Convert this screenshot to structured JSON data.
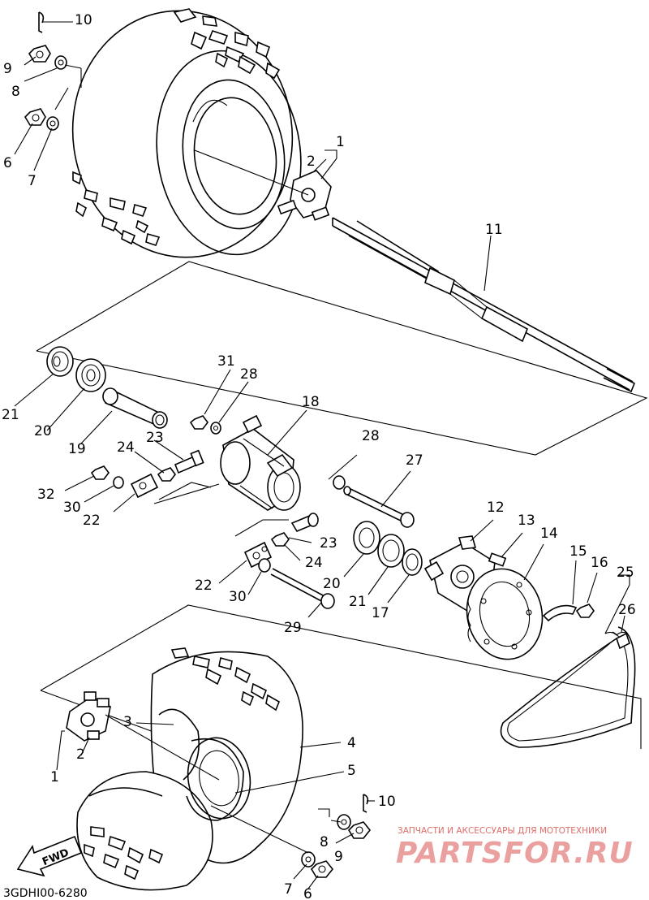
{
  "diagram_code": "3GDHI00-6280",
  "direction_label": "FWD",
  "watermark": {
    "tagline": "ЗАПЧАСТИ И АКСЕССУАРЫ ДЛЯ МОТОТЕХНИКИ",
    "brand": "PARTSFOR.RU",
    "color": "#d9534f"
  },
  "callouts": [
    {
      "id": "c10a",
      "label": "10"
    },
    {
      "id": "c9a",
      "label": "9"
    },
    {
      "id": "c8a",
      "label": "8"
    },
    {
      "id": "c6a",
      "label": "6"
    },
    {
      "id": "c7a",
      "label": "7"
    },
    {
      "id": "c1a",
      "label": "1"
    },
    {
      "id": "c2a",
      "label": "2"
    },
    {
      "id": "c11",
      "label": "11"
    },
    {
      "id": "c21a",
      "label": "21"
    },
    {
      "id": "c20a",
      "label": "20"
    },
    {
      "id": "c19",
      "label": "19"
    },
    {
      "id": "c31",
      "label": "31"
    },
    {
      "id": "c28a",
      "label": "28"
    },
    {
      "id": "c18",
      "label": "18"
    },
    {
      "id": "c23a",
      "label": "23"
    },
    {
      "id": "c24a",
      "label": "24"
    },
    {
      "id": "c32",
      "label": "32"
    },
    {
      "id": "c30a",
      "label": "30"
    },
    {
      "id": "c22a",
      "label": "22"
    },
    {
      "id": "c28b",
      "label": "28"
    },
    {
      "id": "c27",
      "label": "27"
    },
    {
      "id": "c12",
      "label": "12"
    },
    {
      "id": "c13",
      "label": "13"
    },
    {
      "id": "c14",
      "label": "14"
    },
    {
      "id": "c15",
      "label": "15"
    },
    {
      "id": "c16",
      "label": "16"
    },
    {
      "id": "c25",
      "label": "25"
    },
    {
      "id": "c26",
      "label": "26"
    },
    {
      "id": "c23b",
      "label": "23"
    },
    {
      "id": "c24b",
      "label": "24"
    },
    {
      "id": "c22b",
      "label": "22"
    },
    {
      "id": "c30b",
      "label": "30"
    },
    {
      "id": "c20b",
      "label": "20"
    },
    {
      "id": "c21b",
      "label": "21"
    },
    {
      "id": "c17",
      "label": "17"
    },
    {
      "id": "c29",
      "label": "29"
    },
    {
      "id": "c3",
      "label": "3"
    },
    {
      "id": "c4",
      "label": "4"
    },
    {
      "id": "c5",
      "label": "5"
    },
    {
      "id": "c2b",
      "label": "2"
    },
    {
      "id": "c1b",
      "label": "1"
    },
    {
      "id": "c10b",
      "label": "10"
    },
    {
      "id": "c8b",
      "label": "8"
    },
    {
      "id": "c9b",
      "label": "9"
    },
    {
      "id": "c7b",
      "label": "7"
    },
    {
      "id": "c6b",
      "label": "6"
    }
  ]
}
